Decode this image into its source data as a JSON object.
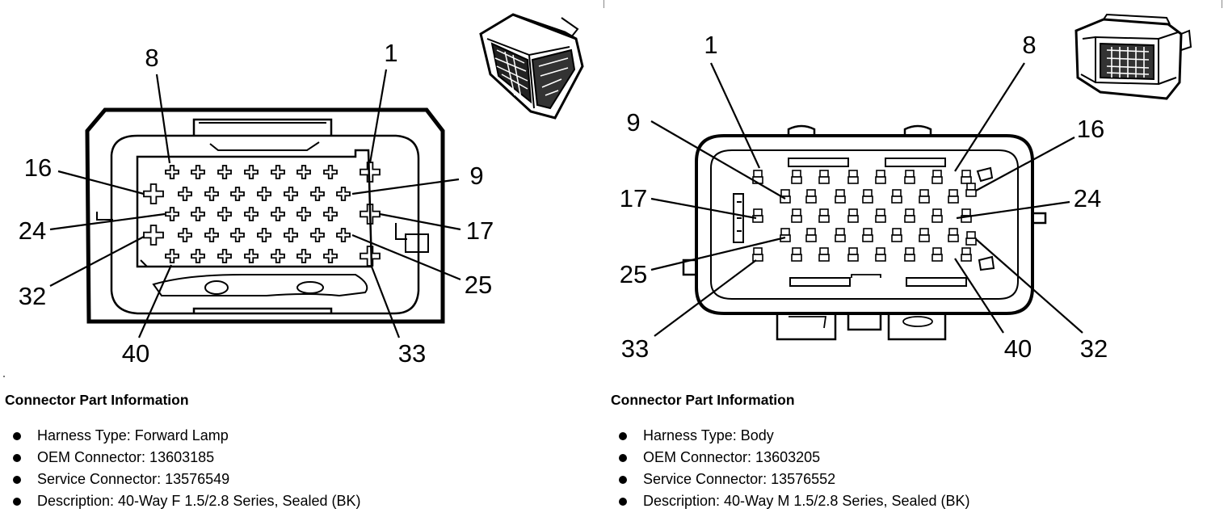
{
  "left": {
    "pin_labels": {
      "p1": "1",
      "p8": "8",
      "p9": "9",
      "p16": "16",
      "p17": "17",
      "p24": "24",
      "p25": "25",
      "p32": "32",
      "p33": "33",
      "p40": "40"
    },
    "info_title": "Connector Part Information",
    "info_items": [
      "Harness Type: Forward Lamp",
      "OEM Connector: 13603185",
      "Service Connector: 13576549",
      "Description: 40-Way F 1.5/2.8 Series, Sealed (BK)"
    ]
  },
  "right": {
    "pin_labels": {
      "p1": "1",
      "p8": "8",
      "p9": "9",
      "p16": "16",
      "p17": "17",
      "p24": "24",
      "p25": "25",
      "p32": "32",
      "p33": "33",
      "p40": "40"
    },
    "info_title": "Connector Part Information",
    "info_items": [
      "Harness Type: Body",
      "OEM Connector: 13603205",
      "Service Connector: 13576552",
      "Description: 40-Way M 1.5/2.8 Series, Sealed (BK)"
    ]
  }
}
